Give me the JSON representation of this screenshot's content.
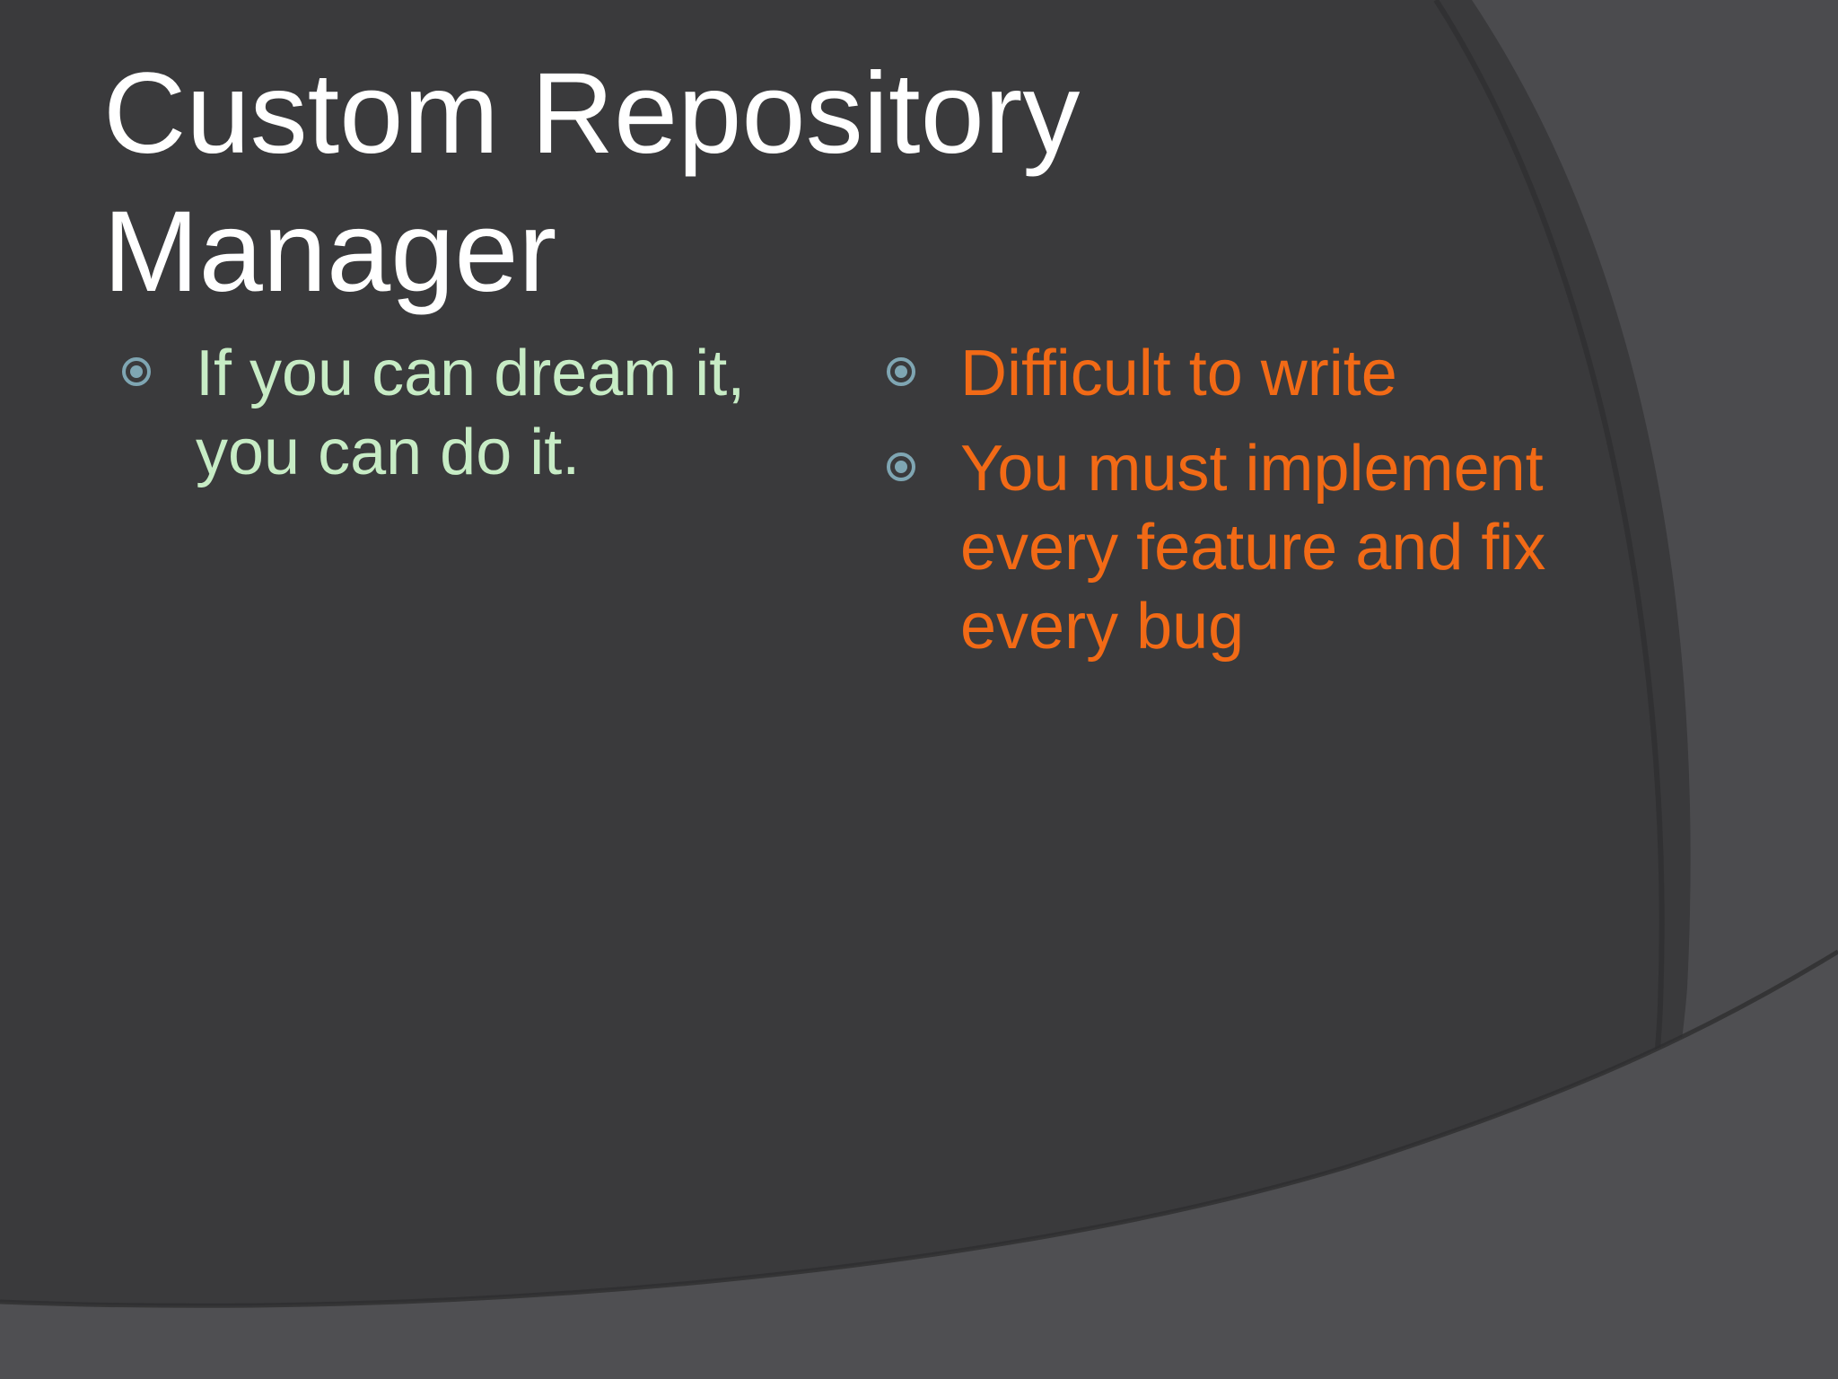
{
  "slide": {
    "title_lines": [
      "Custom Repository",
      "Manager"
    ],
    "left_column": {
      "bullets": [
        {
          "lines": [
            "If you can dream it,",
            "you can do it."
          ]
        }
      ]
    },
    "right_column": {
      "bullets": [
        {
          "lines": [
            "Difficult to write"
          ]
        },
        {
          "lines": [
            "You must implement",
            "every feature and fix",
            "every bug"
          ]
        }
      ]
    }
  },
  "colors": {
    "background": "#3a3a3c",
    "title": "#ffffff",
    "left_text": "#c7ecc5",
    "right_text": "#f26a16",
    "bullet_marker": "#7fa6b3"
  },
  "icons": {
    "bullet": "circled-dot-icon"
  }
}
